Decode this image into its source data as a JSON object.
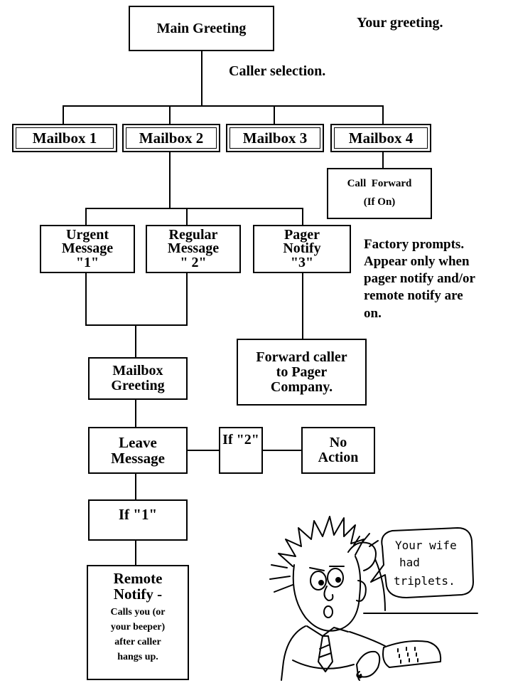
{
  "nodes": {
    "main_greeting": "Main Greeting",
    "mailbox1": "Mailbox 1",
    "mailbox2": "Mailbox 2",
    "mailbox3": "Mailbox 3",
    "mailbox4": "Mailbox 4",
    "call_forward_line1": "Call  Forward",
    "call_forward_line2": "(If On)",
    "urgent": "Urgent\nMessage\n\"1\"",
    "regular": "Regular\nMessage\n\" 2\"",
    "pager": "Pager\nNotify\n\"3\"",
    "forward_pager": "Forward caller\nto Pager\nCompany.",
    "mailbox_greeting": "Mailbox\nGreeting",
    "leave_message": "Leave\nMessage",
    "if2": "If \"2\"",
    "no_action": "No\nAction",
    "if1": "If \"1\"",
    "remote_notify_title": "Remote\nNotify -",
    "remote_notify_detail": "Calls you (or\nyour beeper)\nafter caller\nhangs up."
  },
  "notes": {
    "your_greeting": "Your greeting.",
    "caller_selection": "Caller selection.",
    "factory_prompts": "Factory prompts.\nAppear only when\npager notify and/or\nremote notify are\non."
  },
  "cartoon": {
    "speech": [
      "Your wife",
      "had",
      "triplets."
    ]
  }
}
